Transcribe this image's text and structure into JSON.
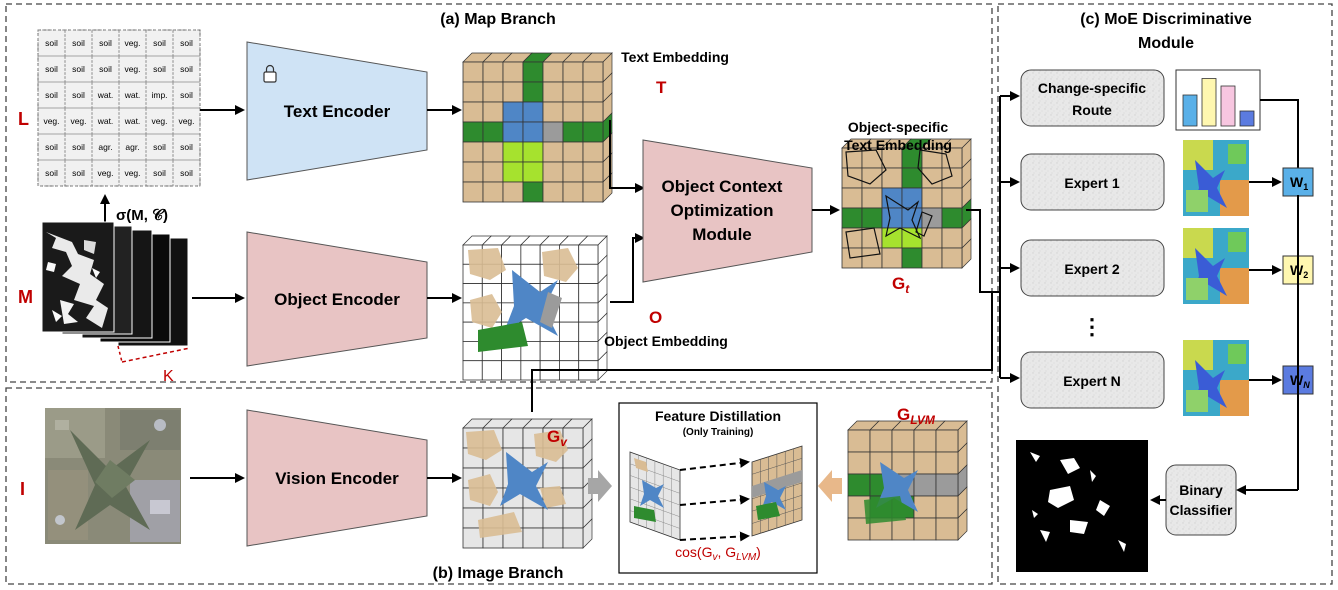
{
  "sections": {
    "map_branch": "(a) Map Branch",
    "image_branch": "(b) Image Branch",
    "moe_title_1": "(c) MoE Discriminative",
    "moe_title_2": "Module"
  },
  "symbols": {
    "L": "L",
    "M": "M",
    "I": "I",
    "K": "K",
    "sigma": "σ(M, 𝒞)",
    "T": "T",
    "O": "O",
    "Gt": "G",
    "Gt_sub": "t",
    "Gv": "G",
    "Gv_sub": "v",
    "Glvm": "G",
    "Glvm_sub": "LVM",
    "cos": "cos(G",
    "cos_v": "v",
    "cos_mid": ", G",
    "cos_lvm": "LVM",
    "cos_end": ")"
  },
  "label_grid": [
    [
      "soil",
      "soil",
      "soil",
      "veg.",
      "soil",
      "soil"
    ],
    [
      "soil",
      "soil",
      "soil",
      "veg.",
      "soil",
      "soil"
    ],
    [
      "soil",
      "soil",
      "wat.",
      "wat.",
      "imp.",
      "soil"
    ],
    [
      "veg.",
      "veg.",
      "wat.",
      "wat.",
      "veg.",
      "veg."
    ],
    [
      "soil",
      "soil",
      "agr.",
      "agr.",
      "soil",
      "soil"
    ],
    [
      "soil",
      "soil",
      "veg.",
      "veg.",
      "soil",
      "soil"
    ]
  ],
  "encoders": {
    "text": "Text Encoder",
    "object": "Object Encoder",
    "vision": "Vision Encoder",
    "ocom_1": "Object Context",
    "ocom_2": "Optimization",
    "ocom_3": "Module"
  },
  "embeddings": {
    "text": "Text Embedding",
    "object": "Object Embedding",
    "object_specific_1": "Object-specific",
    "object_specific_2": "Text Embedding"
  },
  "distill": {
    "title": "Feature Distillation",
    "subtitle": "(Only Training)"
  },
  "moe": {
    "route_1": "Change-specific",
    "route_2": "Route",
    "experts": [
      "Expert 1",
      "Expert 2",
      "Expert N"
    ],
    "dots": "⋮",
    "weights": [
      {
        "base": "W",
        "sub": "1",
        "color": "#5ab0e8"
      },
      {
        "base": "W",
        "sub": "2",
        "color": "#fff7b0"
      },
      {
        "base": "W",
        "sub": "N",
        "color": "#5b7be0"
      }
    ],
    "classifier_1": "Binary",
    "classifier_2": "Classifier",
    "route_bars": [
      {
        "value": 0.62,
        "color": "#5ab0e8"
      },
      {
        "value": 0.95,
        "color": "#fff7b0"
      },
      {
        "value": 0.8,
        "color": "#f7c6e0"
      },
      {
        "value": 0.3,
        "color": "#5b7be0"
      }
    ]
  },
  "colors": {
    "pink": "#e8c4c4",
    "blue_enc": "#cfe3f5",
    "red_symbol": "#c00000",
    "tan": "#d9bc94",
    "green": "#2e8b2e",
    "lightgreen": "#a6e22e",
    "blue_cell": "#4f86c6",
    "gray_cell": "#9b9b9b"
  }
}
